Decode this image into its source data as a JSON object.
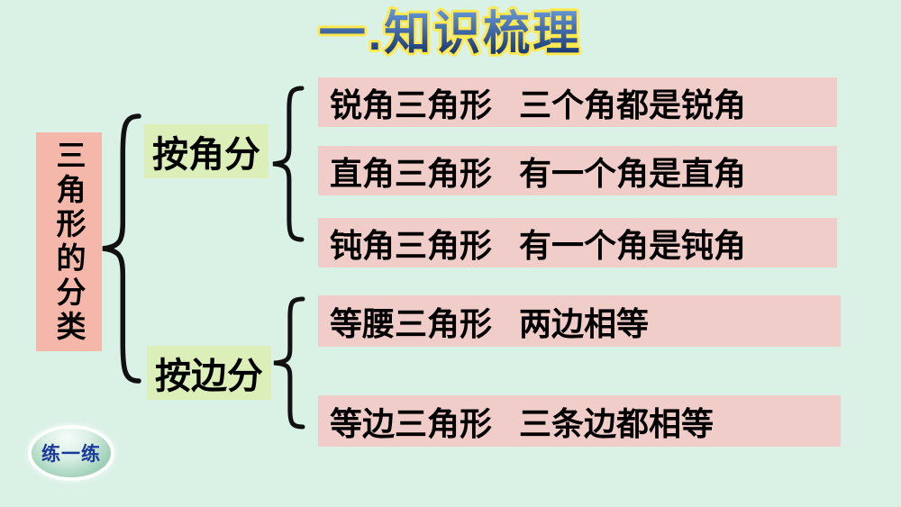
{
  "title": "一.知识梳理",
  "root": {
    "label": "三角形的分类"
  },
  "branches": [
    {
      "label": "按角分",
      "items": [
        {
          "name": "锐角三角形",
          "desc": "三个角都是锐角"
        },
        {
          "name": "直角三角形",
          "desc": "有一个角是直角"
        },
        {
          "name": "钝角三角形",
          "desc": "有一个角是钝角"
        }
      ]
    },
    {
      "label": "按边分",
      "items": [
        {
          "name": "等腰三角形",
          "desc": "两边相等"
        },
        {
          "name": "等边三角形",
          "desc": "三条边都相等"
        }
      ]
    }
  ],
  "practice_button": "练一练",
  "colors": {
    "background": "#daf1e6",
    "row_pink": "#f1cdc9",
    "root_pink": "#f5b7a9",
    "label_green": "#dcefb9",
    "title_fill_top": "#6a9ada",
    "title_fill_bottom": "#0c2a66",
    "title_outline": "#ffe94e",
    "brace_black": "#111111",
    "practice_text_blue": "#1a3a99"
  }
}
